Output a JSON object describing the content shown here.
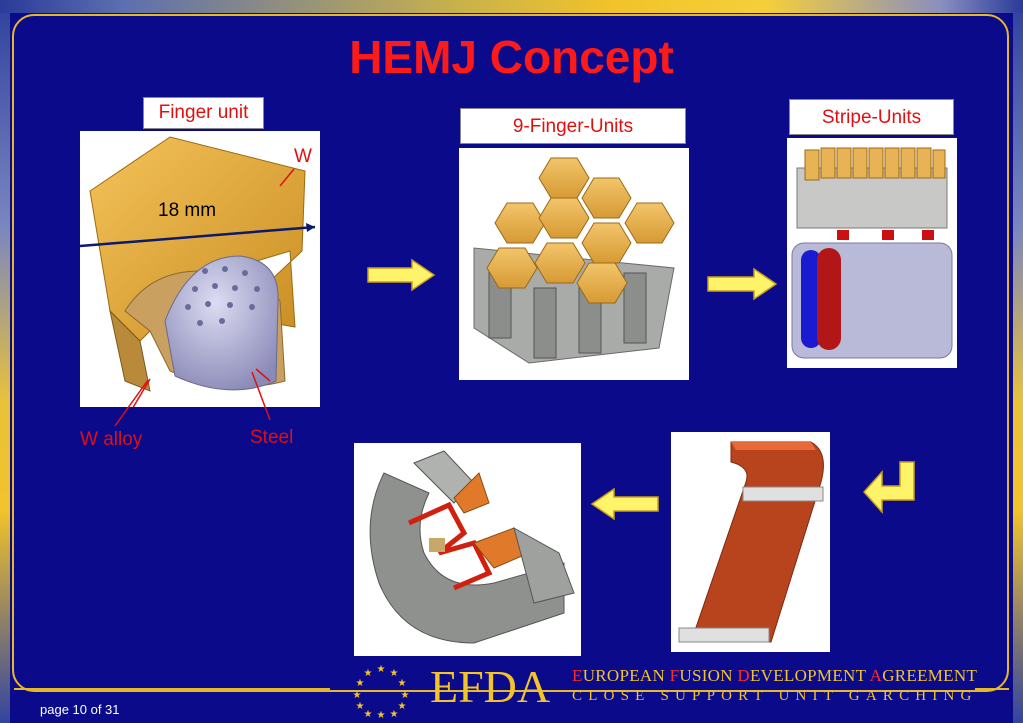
{
  "slide": {
    "title": "HEMJ Concept",
    "page_label": "page 10 of 31"
  },
  "labels": {
    "finger_unit": "Finger unit",
    "nine_finger_units": "9-Finger-Units",
    "stripe_units": "Stripe-Units",
    "w": "W",
    "dimension": "18 mm",
    "w_alloy": "W alloy",
    "steel": "Steel"
  },
  "footer": {
    "logo_text": "EFDA",
    "org_words": [
      {
        "cap": "E",
        "rest": "UROPEAN "
      },
      {
        "cap": "F",
        "rest": "USION "
      },
      {
        "cap": "D",
        "rest": "EVELOPMENT "
      },
      {
        "cap": "A",
        "rest": "GREEMENT"
      }
    ],
    "sub_line": "CLOSE SUPPORT UNIT GARCHING"
  },
  "colors": {
    "background": "#0a0a8a",
    "accent_gold": "#e7b72a",
    "label_red": "#e01010",
    "arrow_yellow": "#fff36a"
  }
}
